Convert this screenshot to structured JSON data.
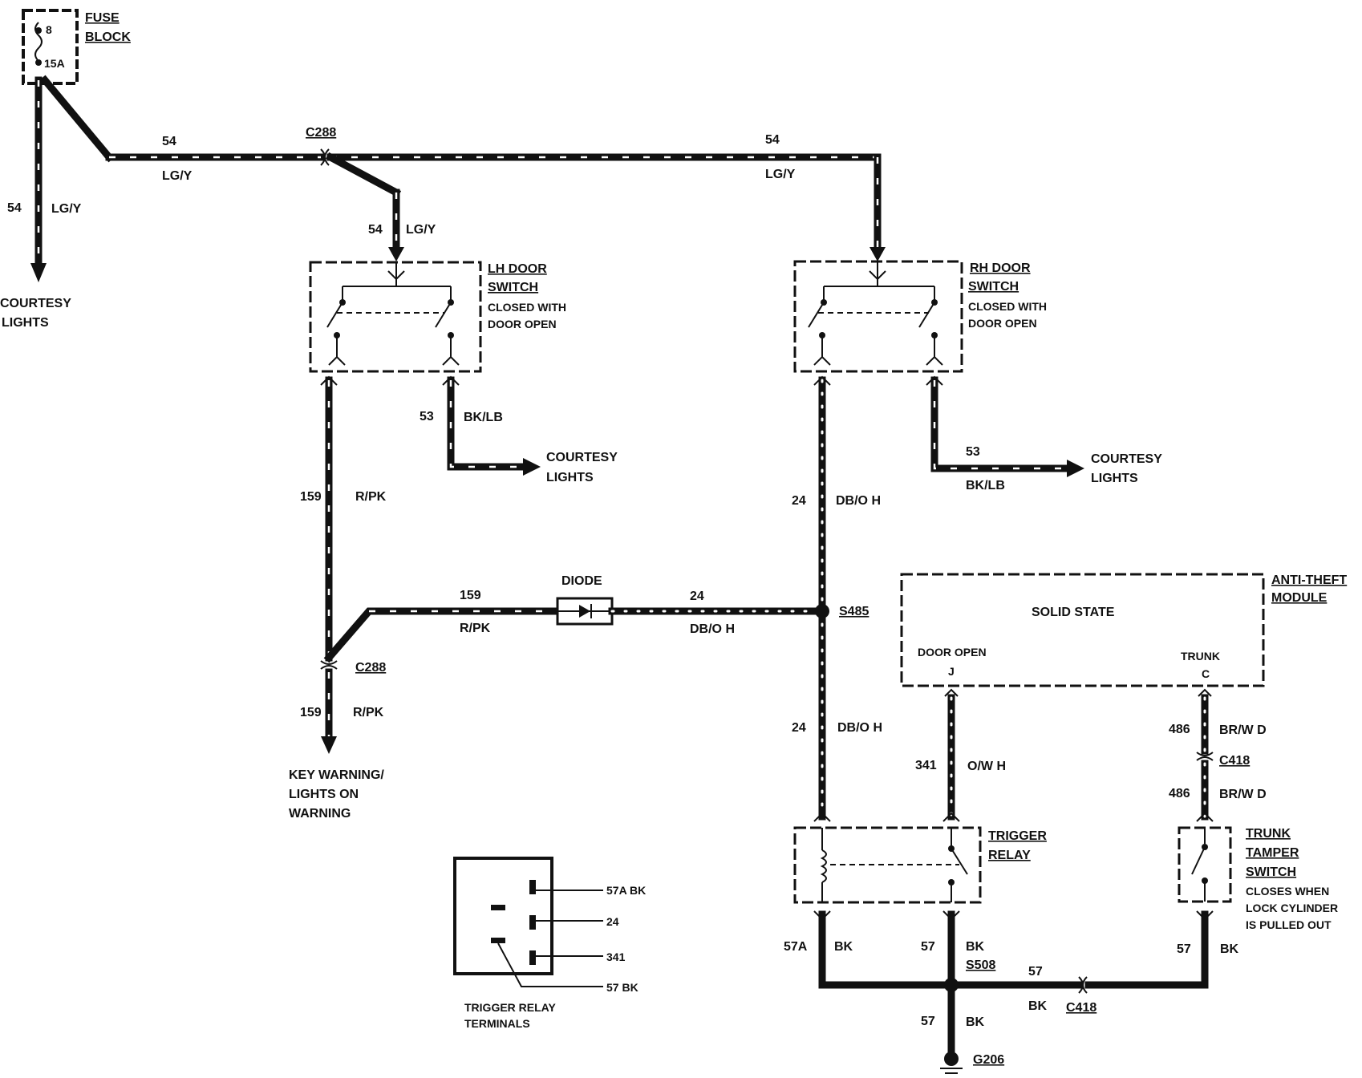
{
  "labels": {
    "fuse_block_title_1": "FUSE",
    "fuse_block_title_2": "BLOCK",
    "fuse_number": "8",
    "fuse_rating": "15A",
    "wire_54_top_left": "54",
    "wire_lgy_top_left": "LG/Y",
    "c288_top": "C288",
    "wire_54_top_right": "54",
    "wire_lgy_top_right": "LG/Y",
    "wire_54_left_vertical": "54",
    "wire_lgy_left_vertical": "LG/Y",
    "courtesy_lights_left_1": "COURTESY",
    "courtesy_lights_left_2": "LIGHTS",
    "wire_54_lh": "54",
    "wire_lgy_lh": "LG/Y",
    "lh_door_switch_1": "LH DOOR",
    "lh_door_switch_2": "SWITCH",
    "lh_door_note_1": "CLOSED WITH",
    "lh_door_note_2": "DOOR OPEN",
    "rh_door_switch_1": "RH DOOR",
    "rh_door_switch_2": "SWITCH",
    "rh_door_note_1": "CLOSED WITH",
    "rh_door_note_2": "DOOR OPEN",
    "wire_53_lh": "53",
    "wire_bklb_lh": "BK/LB",
    "courtesy_lights_mid_1": "COURTESY",
    "courtesy_lights_mid_2": "LIGHTS",
    "wire_53_rh": "53",
    "wire_bklb_rh": "BK/LB",
    "courtesy_lights_right_1": "COURTESY",
    "courtesy_lights_right_2": "LIGHTS",
    "wire_159_upper": "159",
    "wire_rpk_upper": "R/PK",
    "wire_24_upper": "24",
    "wire_dboh_upper": "DB/O H",
    "diode": "DIODE",
    "wire_159_diode": "159",
    "wire_rpk_diode": "R/PK",
    "wire_24_diode": "24",
    "wire_dboh_diode": "DB/O H",
    "s485": "S485",
    "c288_lower": "C288",
    "wire_159_lower": "159",
    "wire_rpk_lower": "R/PK",
    "key_warning_1": "KEY WARNING/",
    "key_warning_2": "LIGHTS ON",
    "key_warning_3": "WARNING",
    "anti_theft_1": "ANTI-THEFT",
    "anti_theft_2": "MODULE",
    "solid_state": "SOLID STATE",
    "door_open": "DOOR OPEN",
    "pin_j": "J",
    "trunk": "TRUNK",
    "pin_c": "C",
    "wire_24_lower": "24",
    "wire_dboh_lower": "DB/O H",
    "wire_341": "341",
    "wire_owh": "O/W H",
    "wire_486_upper": "486",
    "wire_brwd_upper": "BR/W D",
    "c418_upper": "C418",
    "wire_486_lower": "486",
    "wire_brwd_lower": "BR/W D",
    "trigger_relay_1": "TRIGGER",
    "trigger_relay_2": "RELAY",
    "trunk_tamper_1": "TRUNK",
    "trunk_tamper_2": "TAMPER",
    "trunk_tamper_3": "SWITCH",
    "trunk_tamper_note_1": "CLOSES WHEN",
    "trunk_tamper_note_2": "LOCK CYLINDER",
    "trunk_tamper_note_3": "IS PULLED OUT",
    "wire_57a": "57A",
    "wire_bk_57a": "BK",
    "wire_57_relay": "57",
    "wire_bk_relay": "BK",
    "s508": "S508",
    "wire_57_horiz": "57",
    "wire_bk_horiz": "BK",
    "c418_lower": "C418",
    "wire_57_tamper": "57",
    "wire_bk_tamper": "BK",
    "wire_57_ground": "57",
    "wire_bk_ground": "BK",
    "g206": "G206",
    "term_57a_bk": "57A BK",
    "term_24": "24",
    "term_341": "341",
    "term_57_bk": "57 BK",
    "trigger_relay_terminals_1": "TRIGGER RELAY",
    "trigger_relay_terminals_2": "TERMINALS"
  }
}
